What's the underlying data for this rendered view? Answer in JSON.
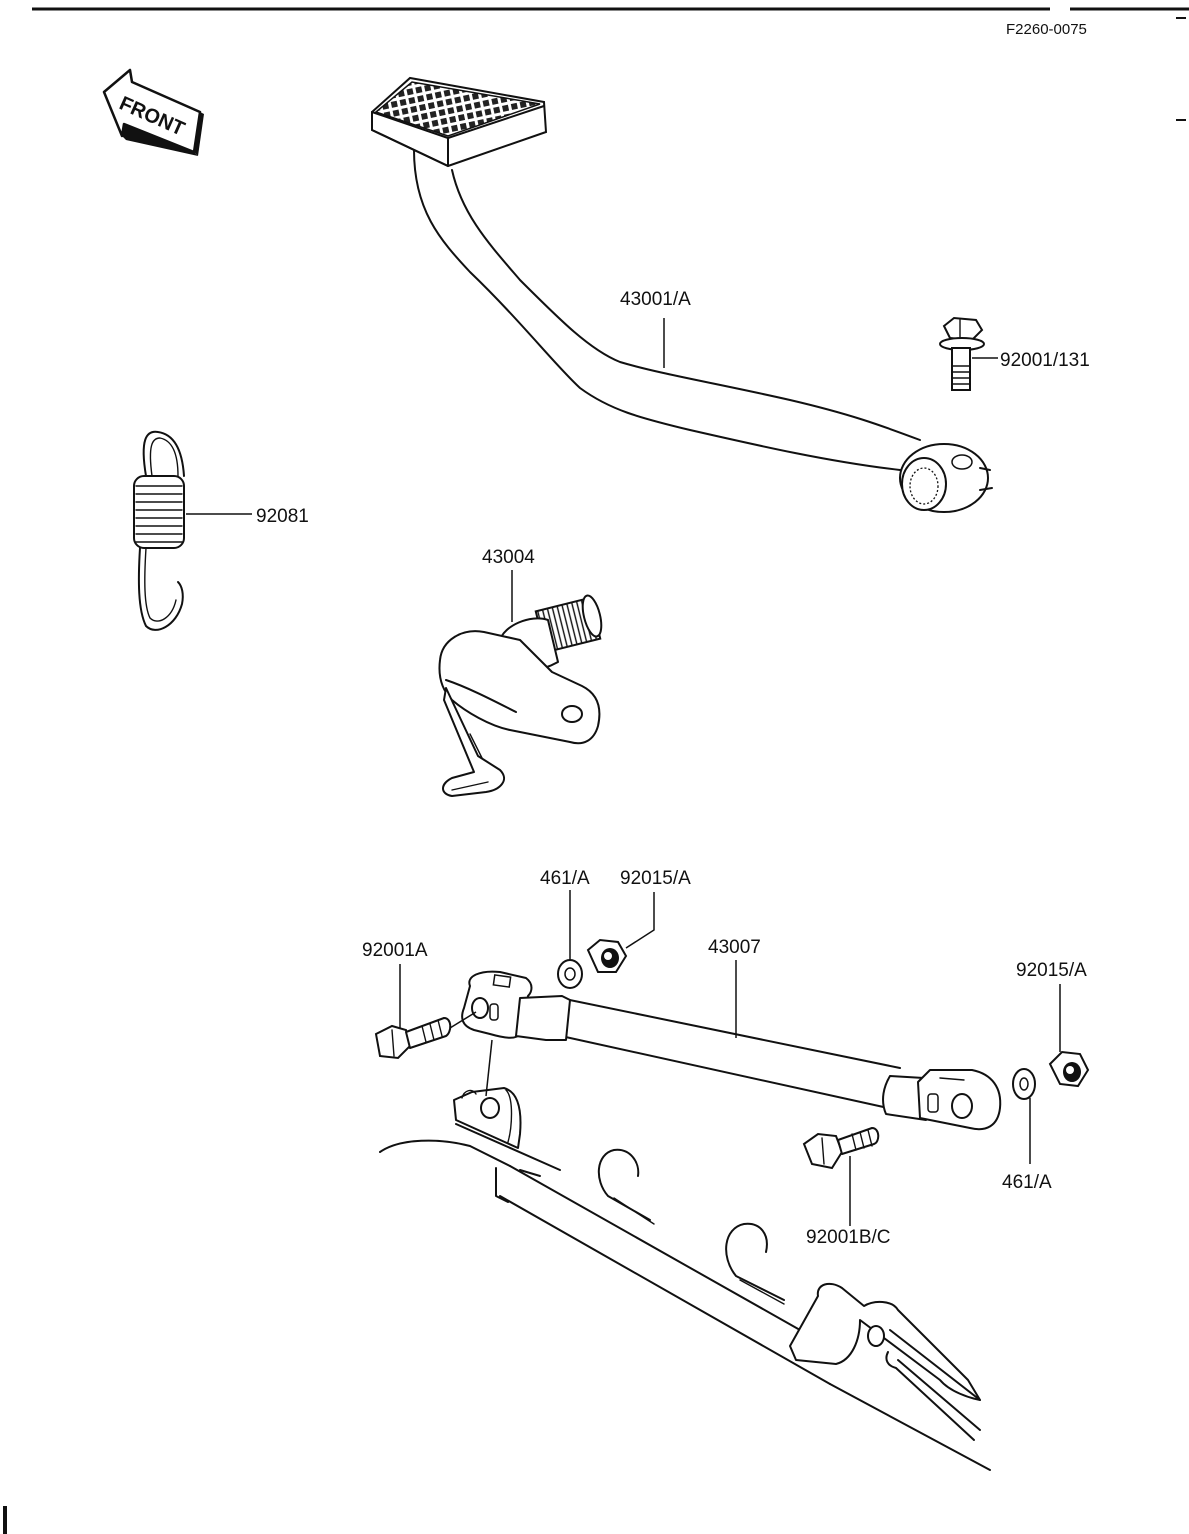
{
  "diagram": {
    "reference_code": "F2260-0075",
    "front_label": "FRONT",
    "parts": [
      {
        "id": "43001/A",
        "label": "43001/A"
      },
      {
        "id": "92001/131",
        "label": "92001/131"
      },
      {
        "id": "92081",
        "label": "92081"
      },
      {
        "id": "43004",
        "label": "43004"
      },
      {
        "id": "461/A-top",
        "label": "461/A"
      },
      {
        "id": "92015/A-top",
        "label": "92015/A"
      },
      {
        "id": "92001A",
        "label": "92001A"
      },
      {
        "id": "43007",
        "label": "43007"
      },
      {
        "id": "92015/A-right",
        "label": "92015/A"
      },
      {
        "id": "461/A-right",
        "label": "461/A"
      },
      {
        "id": "92001B/C",
        "label": "92001B/C"
      }
    ]
  }
}
